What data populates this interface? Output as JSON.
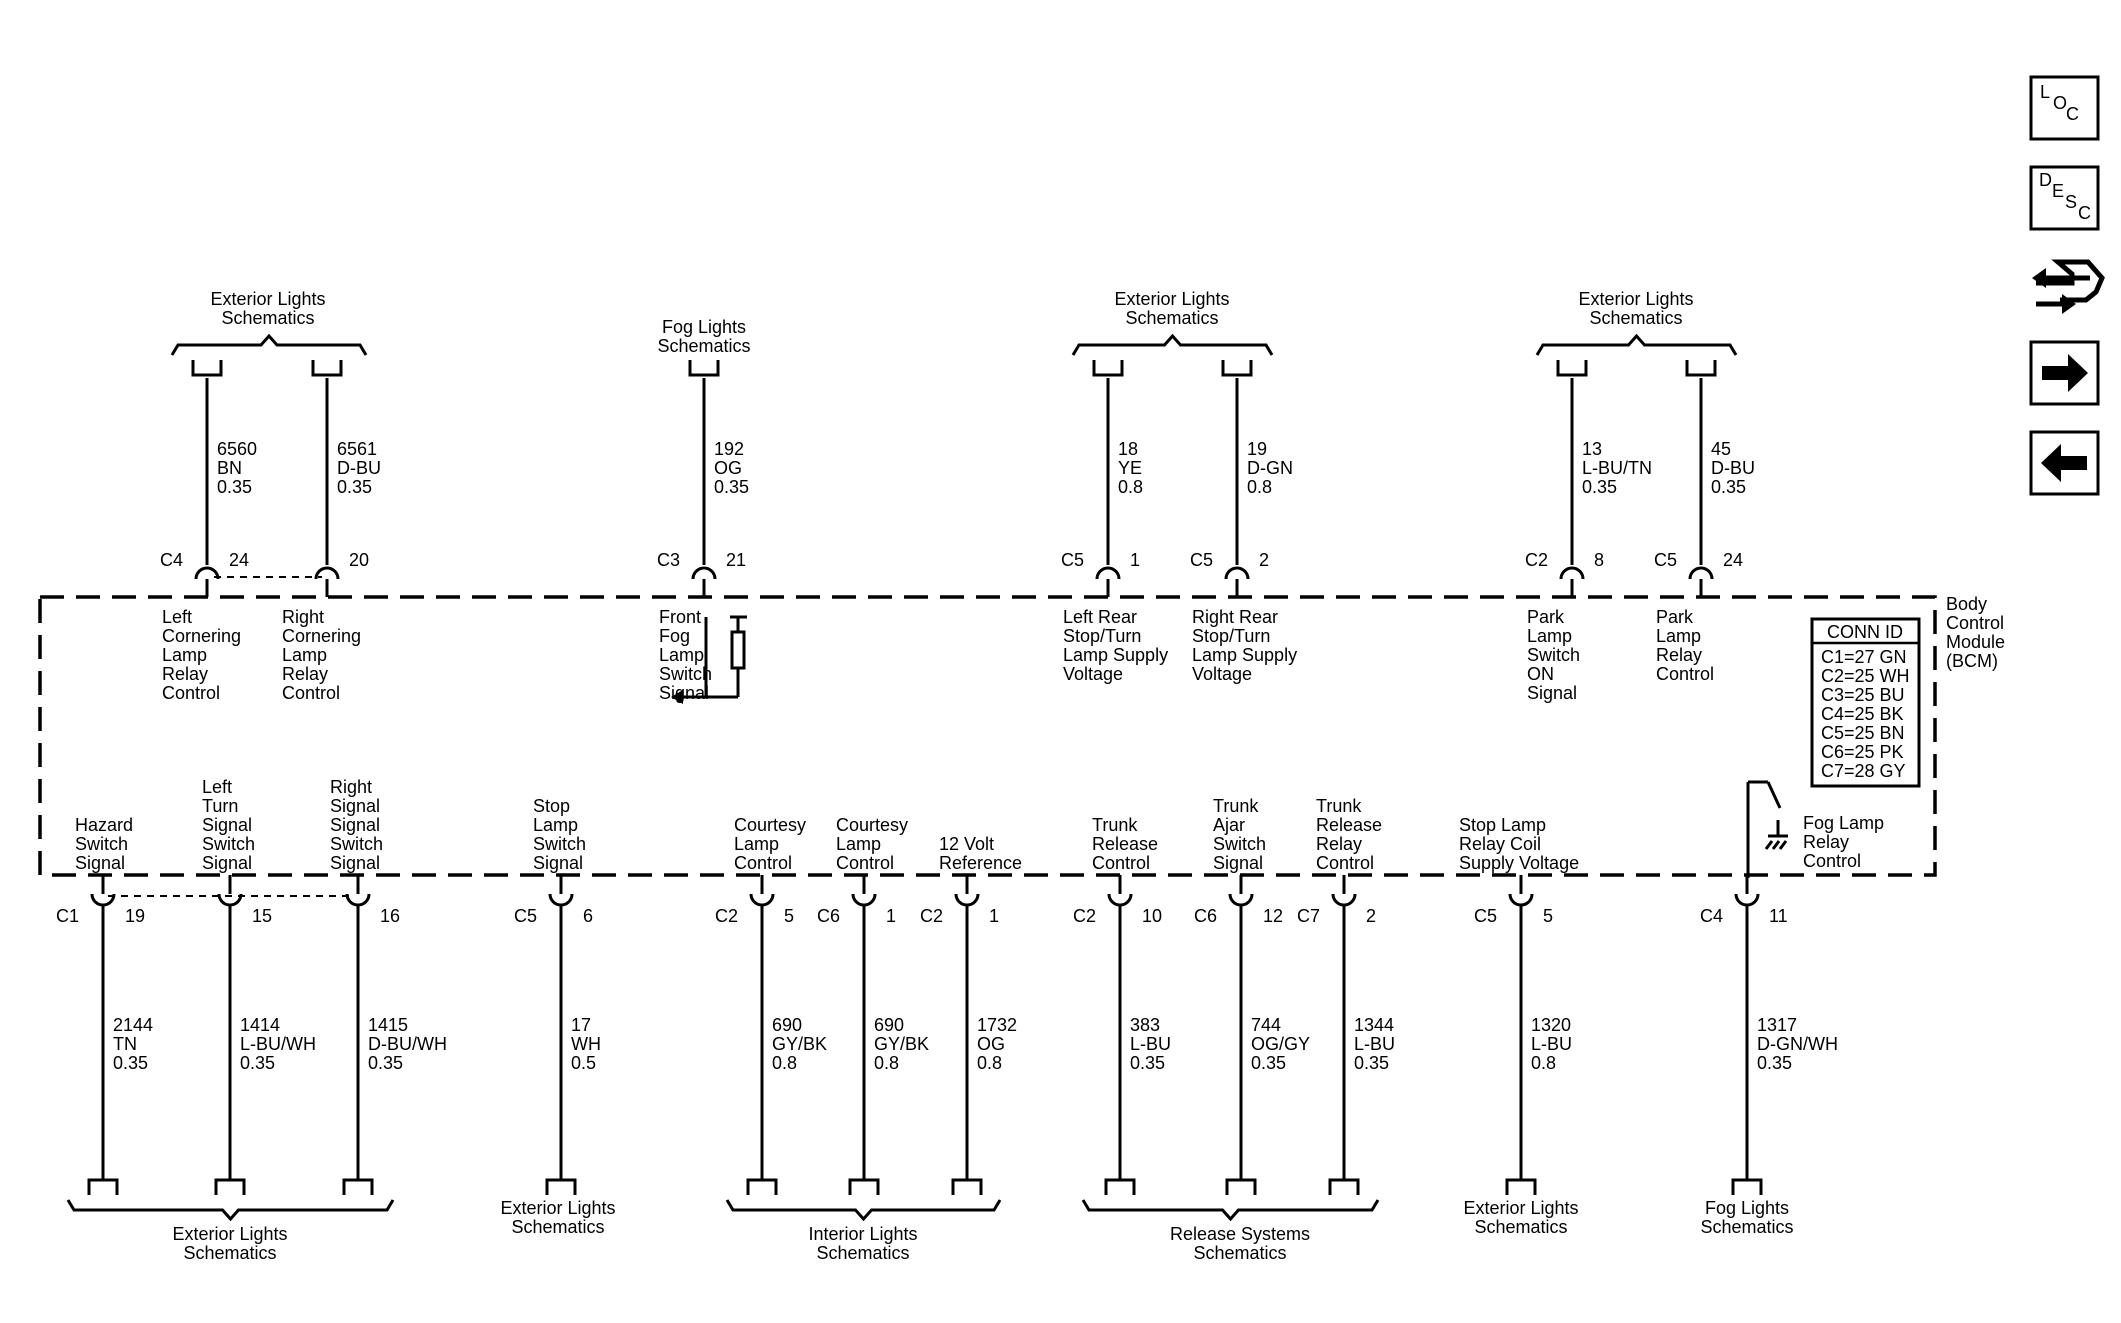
{
  "module": {
    "lines": [
      "Body",
      "Control",
      "Module",
      "(BCM)"
    ]
  },
  "conn_table": {
    "title": "CONN ID",
    "rows": [
      "C1=27 GN",
      "C2=25 WH",
      "C3=25 BU",
      "C4=25 BK",
      "C5=25 BN",
      "C6=25 PK",
      "C7=28 GY"
    ]
  },
  "nav": {
    "loc": [
      "L",
      "O",
      "C"
    ],
    "desc": [
      "D",
      "E",
      "S",
      "C"
    ]
  },
  "top_groups": [
    {
      "lines": [
        "Exterior Lights",
        "Schematics"
      ]
    },
    {
      "lines": [
        "Fog Lights",
        "Schematics"
      ]
    },
    {
      "lines": [
        "Exterior Lights",
        "Schematics"
      ]
    },
    {
      "lines": [
        "Exterior Lights",
        "Schematics"
      ]
    }
  ],
  "bottom_groups": [
    {
      "lines": [
        "Exterior Lights",
        "Schematics"
      ]
    },
    {
      "lines": [
        "Exterior Lights",
        "Schematics"
      ]
    },
    {
      "lines": [
        "Interior Lights",
        "Schematics"
      ]
    },
    {
      "lines": [
        "Release Systems",
        "Schematics"
      ]
    },
    {
      "lines": [
        "Exterior Lights",
        "Schematics"
      ]
    },
    {
      "lines": [
        "Fog Lights",
        "Schematics"
      ]
    }
  ],
  "top_circuits": [
    {
      "connector": "C4",
      "pin": "24",
      "wire": [
        "6560",
        "BN",
        "0.35"
      ],
      "label": [
        "Left",
        "Cornering",
        "Lamp",
        "Relay",
        "Control"
      ]
    },
    {
      "connector": "",
      "pin": "20",
      "wire": [
        "6561",
        "D-BU",
        "0.35"
      ],
      "label": [
        "Right",
        "Cornering",
        "Lamp",
        "Relay",
        "Control"
      ]
    },
    {
      "connector": "C3",
      "pin": "21",
      "wire": [
        "192",
        "OG",
        "0.35"
      ],
      "label": [
        "Front",
        "Fog",
        "Lamp",
        "Switch",
        "Signal"
      ]
    },
    {
      "connector": "C5",
      "pin": "1",
      "wire": [
        "18",
        "YE",
        "0.8"
      ],
      "label": [
        "Left Rear",
        "Stop/Turn",
        "Lamp Supply",
        "Voltage"
      ]
    },
    {
      "connector": "C5",
      "pin": "2",
      "wire": [
        "19",
        "D-GN",
        "0.8"
      ],
      "label": [
        "Right Rear",
        "Stop/Turn",
        "Lamp Supply",
        "Voltage"
      ]
    },
    {
      "connector": "C2",
      "pin": "8",
      "wire": [
        "13",
        "L-BU/TN",
        "0.35"
      ],
      "label": [
        "Park",
        "Lamp",
        "Switch",
        "ON",
        "Signal"
      ]
    },
    {
      "connector": "C5",
      "pin": "24",
      "wire": [
        "45",
        "D-BU",
        "0.35"
      ],
      "label": [
        "Park",
        "Lamp",
        "Relay",
        "Control"
      ]
    }
  ],
  "bottom_circuits": [
    {
      "connector": "C1",
      "pin": "19",
      "wire": [
        "2144",
        "TN",
        "0.35"
      ],
      "label": [
        "Hazard",
        "Switch",
        "Signal"
      ]
    },
    {
      "connector": "",
      "pin": "15",
      "wire": [
        "1414",
        "L-BU/WH",
        "0.35"
      ],
      "label": [
        "Left",
        "Turn",
        "Signal",
        "Switch",
        "Signal"
      ]
    },
    {
      "connector": "",
      "pin": "16",
      "wire": [
        "1415",
        "D-BU/WH",
        "0.35"
      ],
      "label": [
        "Right",
        "Signal",
        "Signal",
        "Switch",
        "Signal"
      ]
    },
    {
      "connector": "C5",
      "pin": "6",
      "wire": [
        "17",
        "WH",
        "0.5"
      ],
      "label": [
        "Stop",
        "Lamp",
        "Switch",
        "Signal"
      ]
    },
    {
      "connector": "C2",
      "pin": "5",
      "wire": [
        "690",
        "GY/BK",
        "0.8"
      ],
      "label": [
        "Courtesy",
        "Lamp",
        "Control"
      ]
    },
    {
      "connector": "C6",
      "pin": "1",
      "wire": [
        "690",
        "GY/BK",
        "0.8"
      ],
      "label": [
        "Courtesy",
        "Lamp",
        "Control"
      ]
    },
    {
      "connector": "C2",
      "pin": "1",
      "wire": [
        "1732",
        "OG",
        "0.8"
      ],
      "label": [
        "12 Volt",
        "Reference"
      ]
    },
    {
      "connector": "C2",
      "pin": "10",
      "wire": [
        "383",
        "L-BU",
        "0.35"
      ],
      "label": [
        "Trunk",
        "Release",
        "Control"
      ]
    },
    {
      "connector": "C6",
      "pin": "12",
      "wire": [
        "744",
        "OG/GY",
        "0.35"
      ],
      "label": [
        "Trunk",
        "Ajar",
        "Switch",
        "Signal"
      ]
    },
    {
      "connector": "C7",
      "pin": "2",
      "wire": [
        "1344",
        "L-BU",
        "0.35"
      ],
      "label": [
        "Trunk",
        "Release",
        "Relay",
        "Control"
      ]
    },
    {
      "connector": "C5",
      "pin": "5",
      "wire": [
        "1320",
        "L-BU",
        "0.8"
      ],
      "label": [
        "Stop Lamp",
        "Relay Coil",
        "Supply Voltage"
      ]
    },
    {
      "connector": "C4",
      "pin": "11",
      "wire": [
        "1317",
        "D-GN/WH",
        "0.35"
      ],
      "label": [
        "Fog Lamp",
        "Relay",
        "Control"
      ]
    }
  ]
}
